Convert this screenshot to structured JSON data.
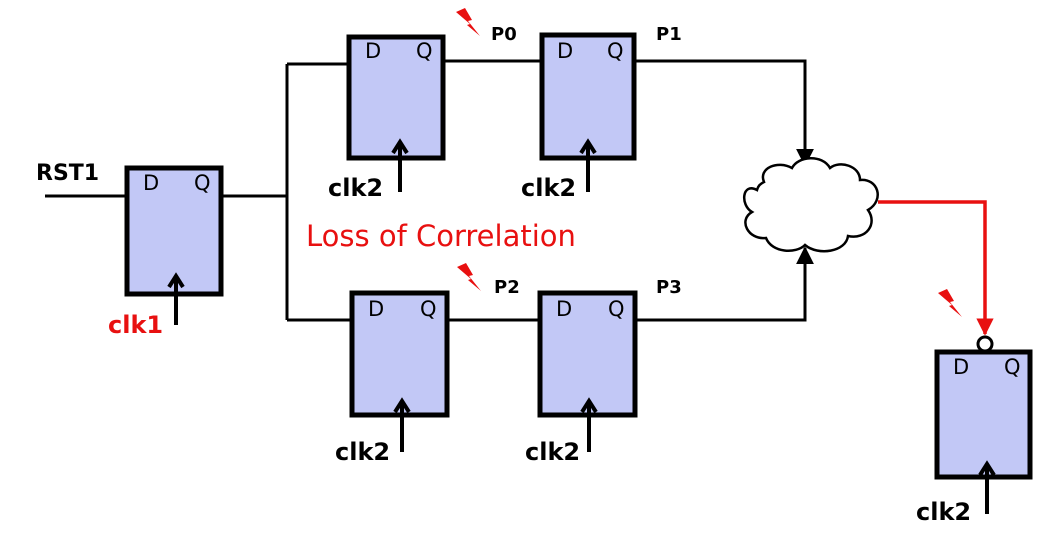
{
  "labels": {
    "rst": "RST1",
    "loss": "Loss of Correlation",
    "clk1": "clk1",
    "clk2": "clk2",
    "d": "D",
    "q": "Q",
    "p0": "P0",
    "p1": "P1",
    "p2": "P2",
    "p3": "P3"
  },
  "colors": {
    "flipflop_fill": "#c2c8f6",
    "highlight": "#e81010",
    "wire": "#000000"
  },
  "icons": {
    "glitch": "lightning-bolt-icon",
    "logic": "cloud-icon"
  }
}
